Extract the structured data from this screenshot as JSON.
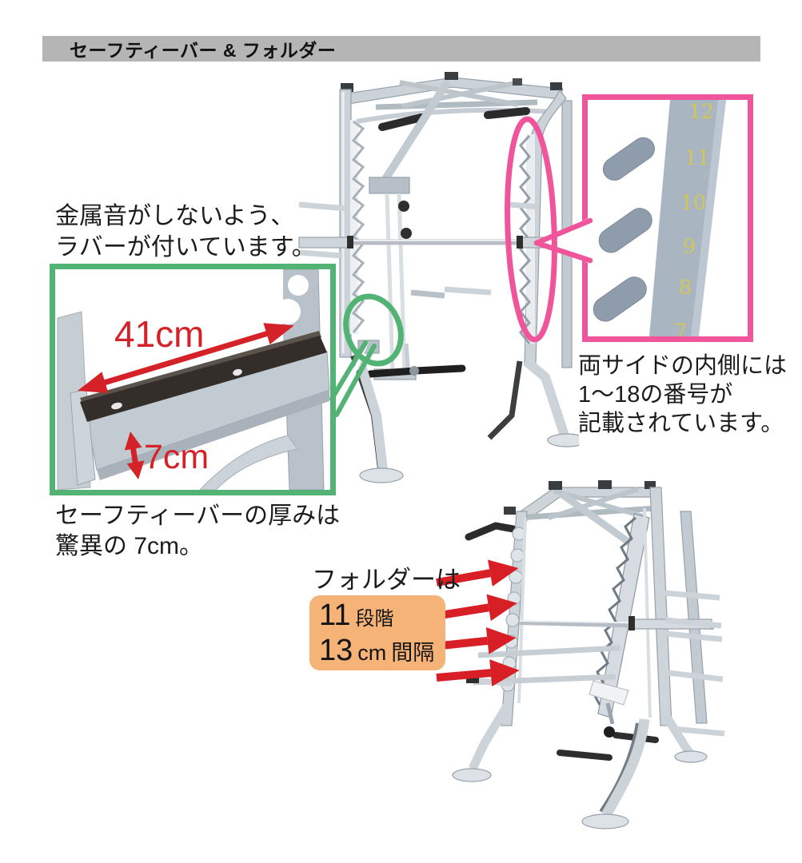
{
  "header": {
    "title": "セーフティーバー & フォルダー",
    "bg_color": "#b5b5b5"
  },
  "annotations": {
    "rubber_note": {
      "line1": "金属音がしないよう、",
      "line2": "ラバーが付いています。"
    },
    "safety_caption": {
      "line1": "セーフティーバーの厚みは",
      "line2": "驚異の 7cm。"
    },
    "numbers_note": {
      "line1": "両サイドの内側には",
      "line2": "1〜18の番号が",
      "line3": "記載されています。"
    },
    "folder_label": "フォルダーは",
    "folder_spec": {
      "line1_value": "11",
      "line1_unit": "段階",
      "line2_value": "13",
      "line2_mid": "cm",
      "line2_unit": "間隔",
      "bg_color": "#f5b377"
    }
  },
  "green_inset": {
    "border_color": "#53b374",
    "width_label": "41cm",
    "height_label": "7cm",
    "label_color": "#d42228"
  },
  "pink_inset": {
    "border_color": "#f0549b",
    "rack_numbers": [
      "12",
      "11",
      "10",
      "9",
      "8",
      "7"
    ],
    "number_color": "#d2c755"
  },
  "colors": {
    "arrow_red": "#d81f26",
    "machine_gray": "#cbd3d9",
    "machine_stroke": "#97a2ab",
    "rubber_black": "#332e2a",
    "rack_post_gray": "#a9b6c2"
  }
}
